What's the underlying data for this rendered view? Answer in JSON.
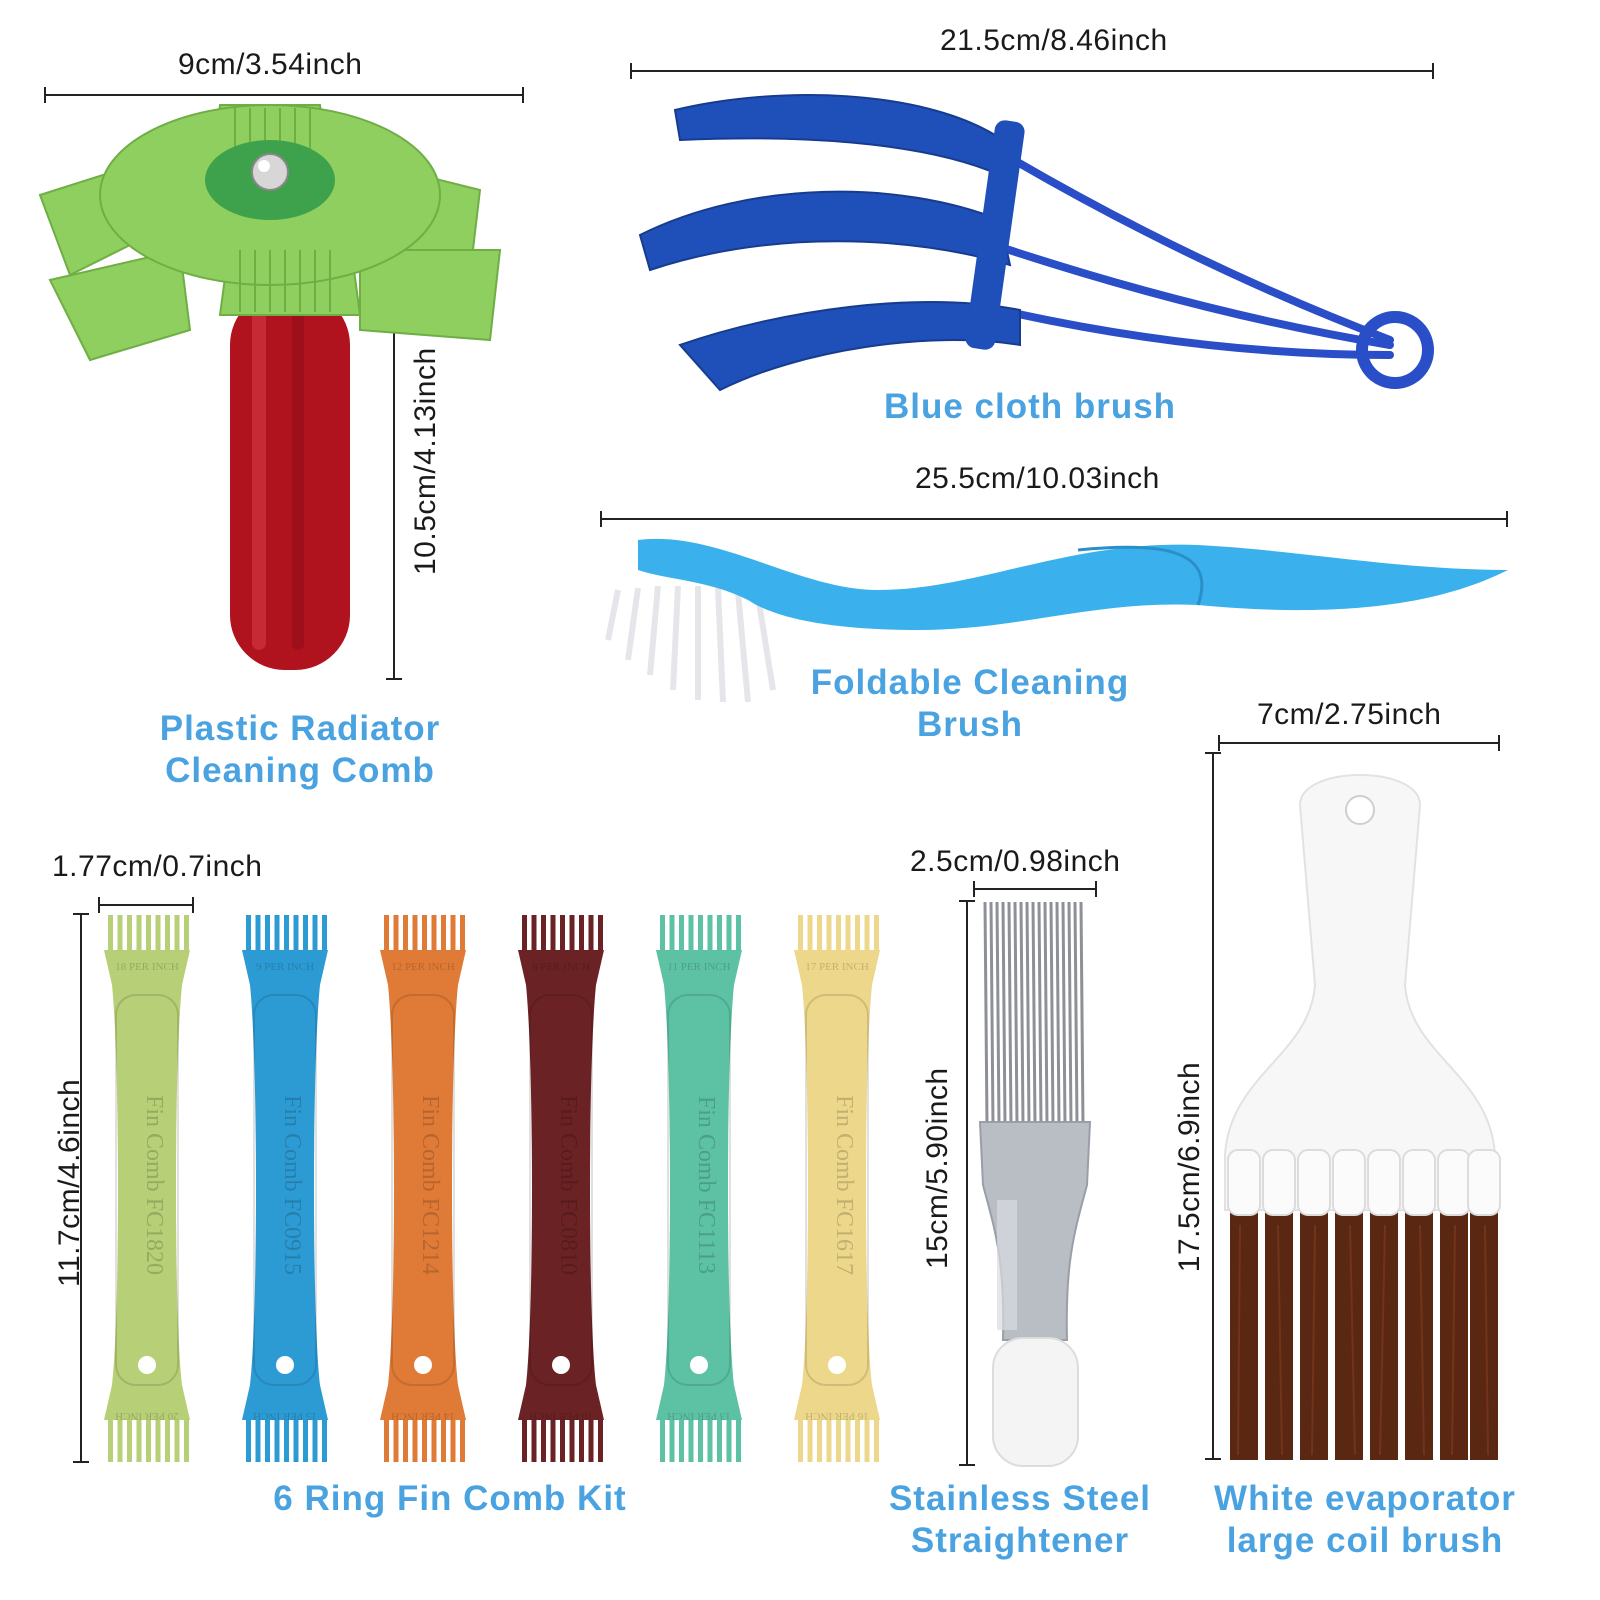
{
  "products": {
    "radiator_comb": {
      "label_line1": "Plastic Radiator",
      "label_line2": "Cleaning Comb",
      "width": "9cm/3.54inch",
      "height": "10.5cm/4.13inch"
    },
    "blue_cloth_brush": {
      "label": "Blue cloth brush",
      "width": "21.5cm/8.46inch"
    },
    "foldable_brush": {
      "label_line1": "Foldable Cleaning",
      "label_line2": "Brush",
      "width": "25.5cm/10.03inch"
    },
    "fin_comb_kit": {
      "label": "6 Ring Fin Comb Kit",
      "width": "1.77cm/0.7inch",
      "height": "11.7cm/4.6inch",
      "combs": [
        {
          "model": "Fin Comb FC1820",
          "top": "18 PER INCH",
          "bottom": "20 PER INCH",
          "color": "#b7cf76"
        },
        {
          "model": "Fin Comb FC0915",
          "top": "9 PER INCH",
          "bottom": "15 PER INCH",
          "color": "#2d9bd3"
        },
        {
          "model": "Fin Comb FC1214",
          "top": "12 PER INCH",
          "bottom": "14 PER INCH",
          "color": "#e07a37"
        },
        {
          "model": "Fin Comb FC0810",
          "top": "8 PER INCH",
          "bottom": "10 PER INCH",
          "color": "#6b2224"
        },
        {
          "model": "Fin Comb FC1113",
          "top": "11 PER INCH",
          "bottom": "13 PER INCH",
          "color": "#5cc2a3"
        },
        {
          "model": "Fin Comb FC1617",
          "top": "17 PER INCH",
          "bottom": "16 PER INCH",
          "color": "#ecd78a"
        }
      ]
    },
    "steel_straightener": {
      "label_line1": "Stainless Steel",
      "label_line2": "Straightener",
      "width": "2.5cm/0.98inch",
      "height": "15cm/5.90inch"
    },
    "coil_brush": {
      "label_line1": "White evaporator",
      "label_line2": "large coil brush",
      "width": "7cm/2.75inch",
      "height": "17.5cm/6.9inch"
    }
  },
  "colors": {
    "label_blue": "#4aa3e0",
    "green_comb": "#8fcf5f",
    "red_handle": "#b0121e",
    "cloth_blue": "#1f4fb8",
    "foldable_blue": "#3ab1ec",
    "bristle_brown": "#5a2712"
  }
}
